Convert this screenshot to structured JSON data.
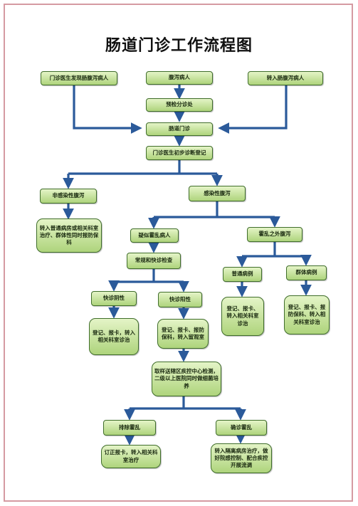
{
  "title": "肠道门诊工作流程图",
  "colors": {
    "arrow": "#2b5a9a",
    "box_fill_top": "#e4f4c7",
    "box_fill_bottom": "#aed47c",
    "box_border": "#3f6d2a",
    "frame": "#d59aa2"
  },
  "nodes": {
    "doctor_found": "门诊医生发现肠腹泻病人",
    "diarrhea_patient": "腹泻病人",
    "transfer_patient": "转入肠腹泻病人",
    "triage": "预检分诊处",
    "intestinal_clinic": "肠道门诊",
    "initial_diagnosis": "门诊医生初步诊断登记",
    "non_infectious": "非感染性腹泻",
    "infectious": "感染性腹泻",
    "transfer_general": "转入普通病房或相关科室治疗、群体性同时报防保科",
    "suspected_cholera": "疑似霍乱病人",
    "non_cholera": "霍乱之外腹泻",
    "routine_rapid_test": "常规和快诊检查",
    "ordinary_case": "普通病例",
    "group_case": "群体病例",
    "rapid_negative": "快诊阴性",
    "rapid_positive": "快诊阳性",
    "register_ordinary": "登记、报卡、转入相关科室诊治",
    "register_group": "登记、报卡、报防保科、转入相关科室诊治",
    "register_negative": "登记、报卡，转入相关科室诊治",
    "register_positive": "登记、报卡、报防保科，转入留观室",
    "cdc_test": "取样送辖区疾控中心检测，二级以上医院同时做细菌培养",
    "exclude_cholera": "排除霍乱",
    "confirm_cholera": "确诊霍乱",
    "correct_report": "订正报卡，转入相关科室治疗",
    "isolation": "转入隔离病房治疗，做好院感控制、配合疾控开展流调"
  }
}
